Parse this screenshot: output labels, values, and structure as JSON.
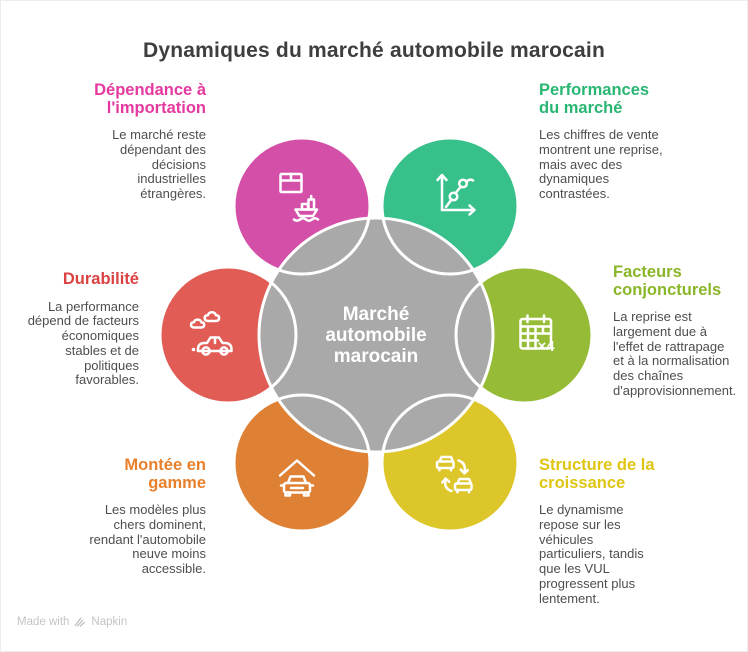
{
  "title": "Dynamiques du marché automobile marocain",
  "center": {
    "label": "Marché\nautomobile\nmarocain",
    "color": "#a9a9a9",
    "text_color": "#ffffff"
  },
  "petals": [
    {
      "id": "importation",
      "heading": "Dépendance à\nl'importation",
      "body": "Le marché reste\ndépendant des\ndécisions\nindustrielles\nétrangères.",
      "color": "#d44fa8",
      "heading_color": "#e6399f",
      "icon": "package-ship-icon"
    },
    {
      "id": "performances",
      "heading": "Performances\ndu marché",
      "body": "Les chiffres de vente\nmontrent une reprise,\nmais avec des\ndynamiques\ncontrastées.",
      "color": "#38c08b",
      "heading_color": "#29b673",
      "icon": "line-chart-icon"
    },
    {
      "id": "durabilite",
      "heading": "Durabilité",
      "body": "La performance\ndépend de facteurs\néconomiques\nstables et de\npolitiques\nfavorables.",
      "color": "#e15c55",
      "heading_color": "#db4242",
      "icon": "car-clouds-icon"
    },
    {
      "id": "facteurs",
      "heading": "Facteurs\nconjoncturels",
      "body": "La reprise est\nlargement due à\nl'effet de rattrapage\net à la normalisation\ndes chaînes\nd'approvisionnement.",
      "color": "#96bc37",
      "heading_color": "#8ab629",
      "icon": "calendar-x4-icon",
      "icon_label": "×4"
    },
    {
      "id": "montee",
      "heading": "Montée en\ngamme",
      "body": "Les modèles plus\nchers dominent,\nrendant l'automobile\nneuve moins\naccessible.",
      "color": "#df8134",
      "heading_color": "#e8802b",
      "icon": "car-garage-icon"
    },
    {
      "id": "structure",
      "heading": "Structure de la\ncroissance",
      "body": "Le dynamisme\nrepose sur les\nvéhicules\nparticuliers, tandis\nque les VUL\nprogressent plus\nlentement.",
      "color": "#dcc62a",
      "heading_color": "#dfc514",
      "icon": "cars-cycle-icon"
    }
  ],
  "footer": {
    "label": "Made with",
    "brand": "Napkin"
  }
}
